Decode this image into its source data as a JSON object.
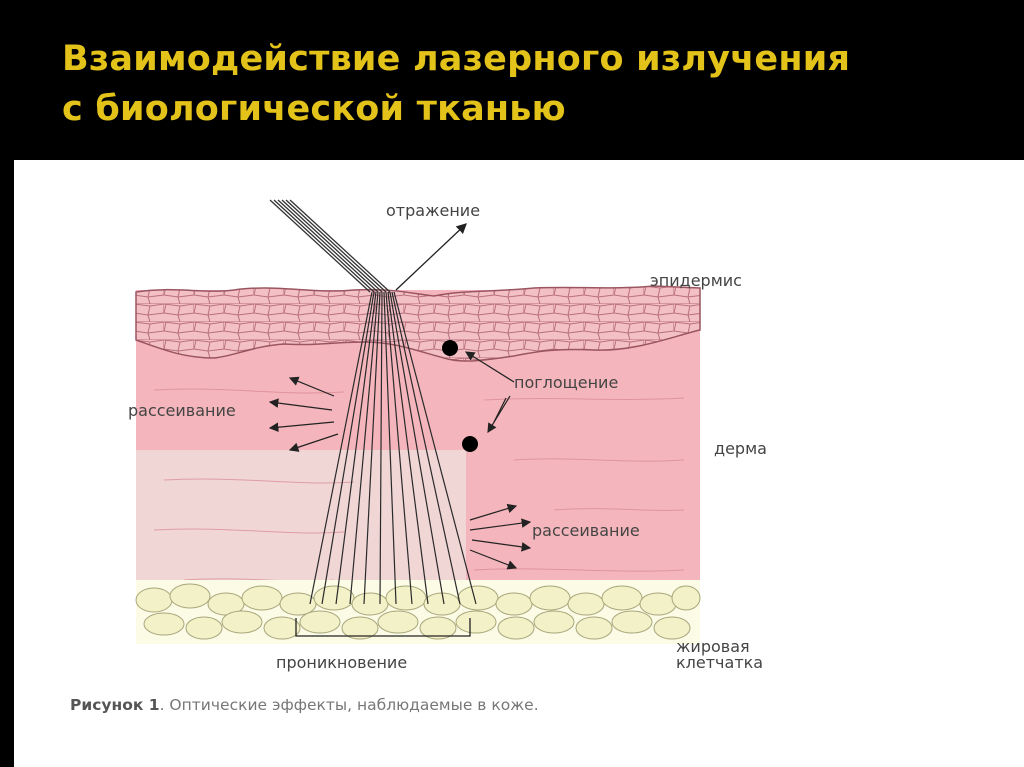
{
  "slide": {
    "title_line1": "Взаимодействие лазерного излучения",
    "title_line2": "с биологической тканью"
  },
  "figure": {
    "labels": {
      "reflection": "отражение",
      "epidermis": "эпидермис",
      "absorption": "поглощение",
      "scattering_left": "рассеивание",
      "dermis": "дерма",
      "scattering_right": "рассеивание",
      "penetration": "проникновение",
      "fat_line1": "жировая",
      "fat_line2": "клетчатка"
    },
    "caption": {
      "prefix": "Рисунок 1",
      "text": ". Оптические эффекты, наблюдаемые в коже."
    },
    "colors": {
      "title": "#e3c219",
      "dermis": "#f4b6bc",
      "epidermis_cells": "#f5c6cc",
      "fat_cells": "#f3f1c8"
    }
  }
}
